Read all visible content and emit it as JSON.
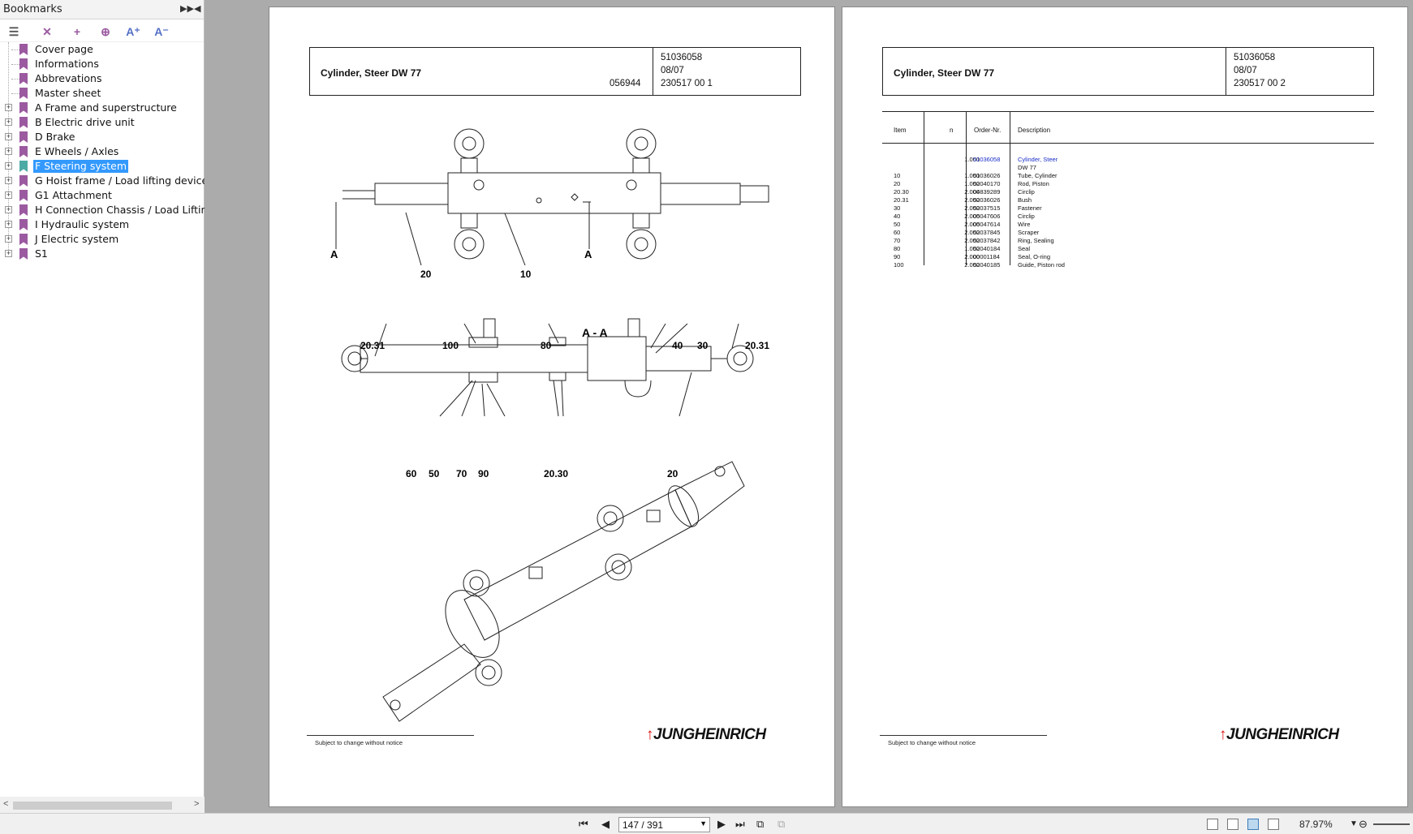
{
  "sidebar": {
    "title": "Bookmarks",
    "items": [
      {
        "label": "Cover page",
        "expandable": false,
        "selected": false
      },
      {
        "label": "Informations",
        "expandable": false,
        "selected": false
      },
      {
        "label": "Abbrevations",
        "expandable": false,
        "selected": false
      },
      {
        "label": "Master sheet",
        "expandable": false,
        "selected": false
      },
      {
        "label": "A Frame and superstructure",
        "expandable": true,
        "selected": false
      },
      {
        "label": "B Electric drive unit",
        "expandable": true,
        "selected": false
      },
      {
        "label": "D Brake",
        "expandable": true,
        "selected": false
      },
      {
        "label": "E Wheels / Axles",
        "expandable": true,
        "selected": false
      },
      {
        "label": "F Steering system",
        "expandable": true,
        "selected": true
      },
      {
        "label": "G Hoist frame / Load lifting device",
        "expandable": true,
        "selected": false
      },
      {
        "label": "G1 Attachment",
        "expandable": true,
        "selected": false
      },
      {
        "label": "H Connection Chassis / Load Lifting De",
        "expandable": true,
        "selected": false
      },
      {
        "label": "I Hydraulic system",
        "expandable": true,
        "selected": false
      },
      {
        "label": "J Electric system",
        "expandable": true,
        "selected": false
      },
      {
        "label": "S1",
        "expandable": true,
        "selected": false
      }
    ]
  },
  "left_page": {
    "title": "Cylinder, Steer DW 77",
    "drawing_no": "056944",
    "part_no": "51036058",
    "date": "08/07",
    "sheet": "230517 00 1",
    "section_label": "A - A",
    "callouts": {
      "a_left": "A",
      "a_right": "A",
      "top_20": "20",
      "top_10": "10",
      "s_2031_l": "20.31",
      "s_100": "100",
      "s_80": "80",
      "s_40": "40",
      "s_30": "30",
      "s_2031_r": "20.31",
      "s_60": "60",
      "s_50": "50",
      "s_70": "70",
      "s_90": "90",
      "s_2030": "20.30",
      "s_20": "20"
    },
    "footer": "Subject to change without notice",
    "brand": "JUNGHEINRICH"
  },
  "right_page": {
    "title": "Cylinder, Steer DW 77",
    "part_no": "51036058",
    "date": "08/07",
    "sheet": "230517 00 2",
    "columns": {
      "item": "Item",
      "n": "n",
      "order": "Order-Nr.",
      "description": "Description"
    },
    "rows": [
      {
        "item": "",
        "n": "1.000",
        "order": "51036058",
        "description": "Cylinder, Steer",
        "link": true
      },
      {
        "item": "",
        "n": "",
        "order": "",
        "description": "DW 77",
        "link": false
      },
      {
        "item": "10",
        "n": "1.000",
        "order": "51036026",
        "description": "Tube, Cylinder",
        "link": false
      },
      {
        "item": "20",
        "n": "1.000",
        "order": "52040170",
        "description": "Rod, Piston",
        "link": false
      },
      {
        "item": "20.30",
        "n": "2.000",
        "order": "04839289",
        "description": "Circlip",
        "link": false
      },
      {
        "item": "20.31",
        "n": "2.000",
        "order": "52036026",
        "description": "Bush",
        "link": false
      },
      {
        "item": "30",
        "n": "2.000",
        "order": "52037515",
        "description": "Fastener",
        "link": false
      },
      {
        "item": "40",
        "n": "2.000",
        "order": "05047606",
        "description": "Circlip",
        "link": false
      },
      {
        "item": "50",
        "n": "2.000",
        "order": "05047614",
        "description": "Wire",
        "link": false
      },
      {
        "item": "60",
        "n": "2.000",
        "order": "52037845",
        "description": "Scraper",
        "link": false
      },
      {
        "item": "70",
        "n": "2.000",
        "order": "52037842",
        "description": "Ring, Sealing",
        "link": false
      },
      {
        "item": "80",
        "n": "1.000",
        "order": "52040184",
        "description": "Seal",
        "link": false
      },
      {
        "item": "90",
        "n": "2.000",
        "order": "00001184",
        "description": "Seal, O-ring",
        "link": false
      },
      {
        "item": "100",
        "n": "2.000",
        "order": "52040185",
        "description": "Guide, Piston rod",
        "link": false
      }
    ],
    "footer": "Subject to change without notice",
    "brand": "JUNGHEINRICH"
  },
  "bottombar": {
    "page_value": "147 / 391",
    "zoom": "87.97%"
  }
}
